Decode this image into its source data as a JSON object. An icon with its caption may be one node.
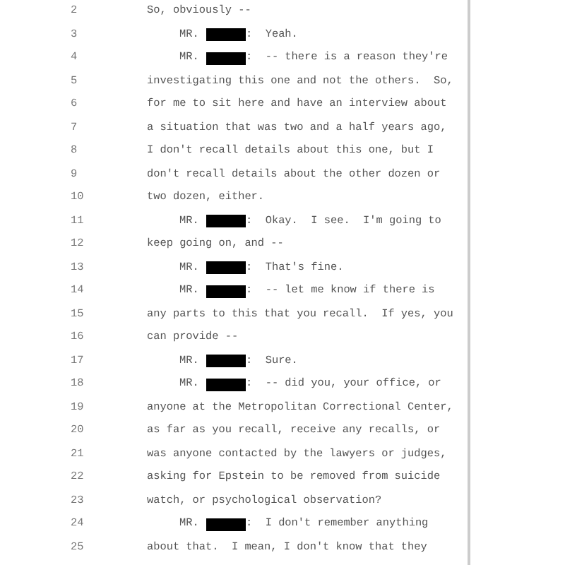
{
  "diagram": {
    "labels": [
      "2",
      "So, obviously --",
      "3",
      "MR.",
      ":  Yeah.",
      "4",
      "MR.",
      ":  -- there is a reason they're",
      "5",
      "investigating this one and not the others.  So,",
      "6",
      "for me to sit here and have an interview about",
      "7",
      "a situation that was two and a half years ago,",
      "8",
      "I don't recall details about this one, but I",
      "9",
      "don't recall details about the other dozen or",
      "10",
      "two dozen, either.",
      "11",
      "MR.",
      ":  Okay.  I see.  I'm going to",
      "12",
      "keep going on, and --",
      "13",
      "MR.",
      ":  That's fine.",
      "14",
      "MR.",
      ":  -- let me know if there is",
      "15",
      "any parts to this that you recall.  If yes, you",
      "16",
      "can provide --",
      "17",
      "MR.",
      ":  Sure.",
      "18",
      "MR.",
      ":  -- did you, your office, or",
      "19",
      "anyone at the Metropolitan Correctional Center,",
      "20",
      "as far as you recall, receive any recalls, or",
      "21",
      "was anyone contacted by the lawyers or judges,",
      "22",
      "asking for Epstein to be removed from suicide",
      "23",
      "watch, or psychological observation?",
      "24",
      "MR.",
      ":  I don't remember anything",
      "25",
      "about that.  I mean, I don't know that they"
    ]
  }
}
